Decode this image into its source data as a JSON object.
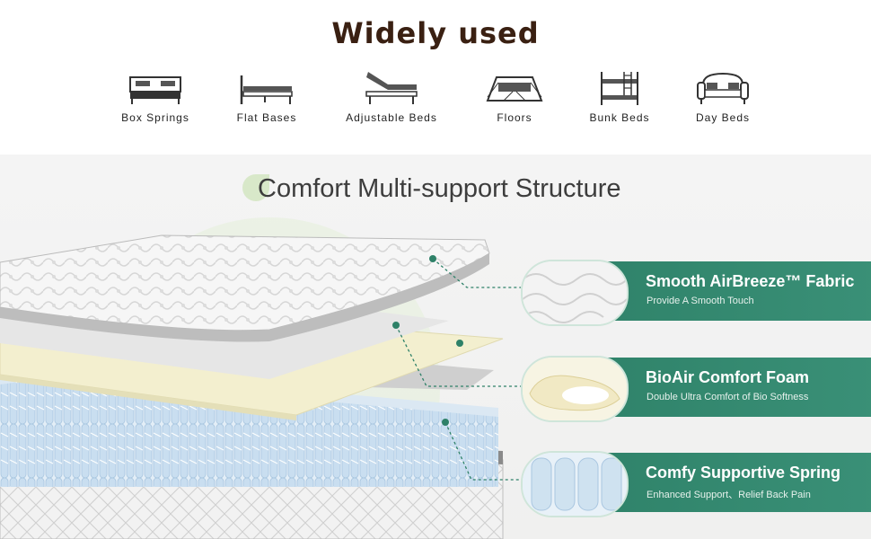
{
  "header": {
    "title": "Widely used"
  },
  "uses": [
    {
      "label": "Box Springs",
      "icon": "box-spring-bed-icon"
    },
    {
      "label": "Flat Bases",
      "icon": "flat-base-bed-icon"
    },
    {
      "label": "Adjustable Beds",
      "icon": "adjustable-bed-icon"
    },
    {
      "label": "Floors",
      "icon": "floor-mattress-icon"
    },
    {
      "label": "Bunk Beds",
      "icon": "bunk-bed-icon"
    },
    {
      "label": "Day Beds",
      "icon": "day-bed-icon"
    }
  ],
  "structure": {
    "heading": "Comfort Multi-support Structure",
    "layers": [
      {
        "title": "Smooth AirBreeze™ Fabric",
        "subtitle": "Provide A Smooth Touch"
      },
      {
        "title": "BioAir Comfort Foam",
        "subtitle": "Double Ultra Comfort of Bio Softness"
      },
      {
        "title": "Comfy Supportive Spring",
        "subtitle": "Enhanced Support、Relief Back Pain"
      }
    ]
  },
  "colors": {
    "accent": "#2e8168",
    "title": "#3a2012",
    "foam": "#f3efcf",
    "spring": "#cfe2f0"
  }
}
